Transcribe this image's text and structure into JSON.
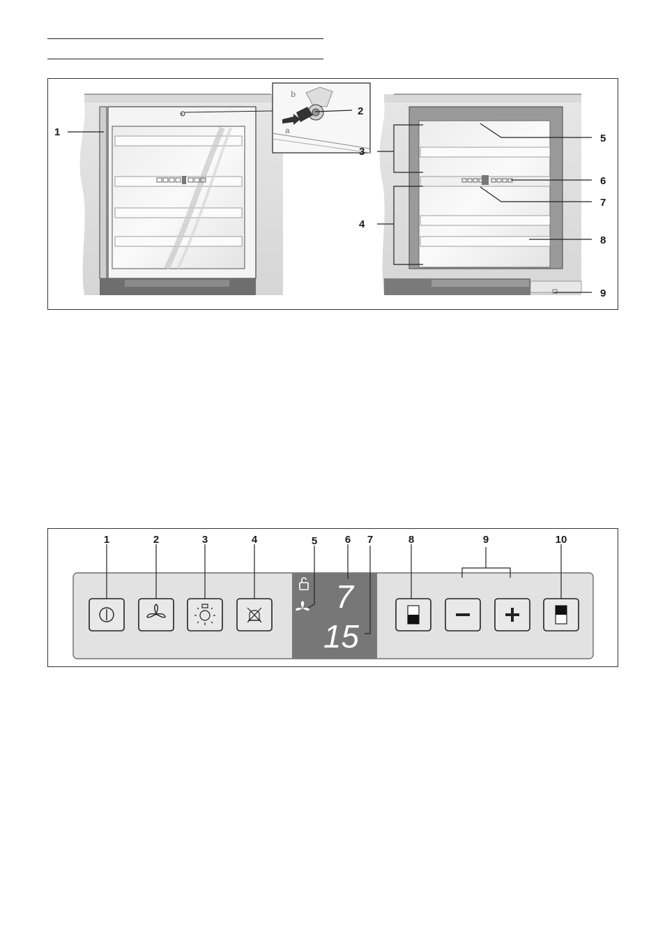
{
  "figure1": {
    "callouts": [
      "1",
      "2",
      "3",
      "4",
      "5",
      "6",
      "7",
      "8",
      "9"
    ],
    "inset_labels": {
      "a": "a",
      "b": "b"
    }
  },
  "figure2": {
    "callouts": [
      "1",
      "2",
      "3",
      "4",
      "5",
      "6",
      "7",
      "8",
      "9",
      "10"
    ],
    "display": {
      "upper_value": "7",
      "lower_value": "15"
    },
    "buttons": [
      {
        "icon": "power-icon"
      },
      {
        "icon": "fan-icon"
      },
      {
        "icon": "light-icon"
      },
      {
        "icon": "alarm-off-icon"
      },
      {
        "icon": "upper-zone-icon"
      },
      {
        "icon": "minus-icon"
      },
      {
        "icon": "plus-icon"
      },
      {
        "icon": "lower-zone-icon"
      }
    ]
  },
  "colors": {
    "panel": "#e2e2e2",
    "display": "#777777",
    "door_frame": "#9a9a9a",
    "line": "#222222"
  }
}
